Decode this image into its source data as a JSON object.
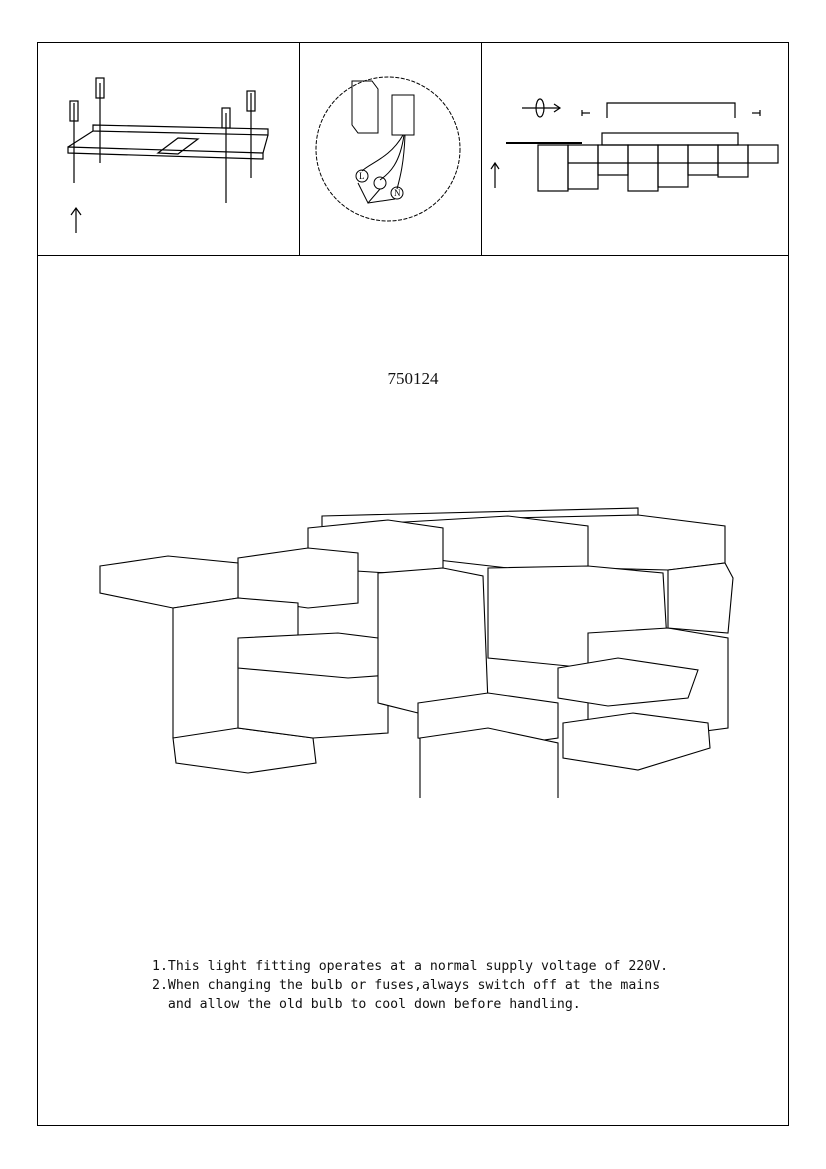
{
  "model_number": "750124",
  "wiring_labels": {
    "live": "L",
    "neutral": "N"
  },
  "notes": [
    "1.This light fitting operates at a normal supply voltage of 220V.",
    "2.When changing the bulb or fuses,always switch off at the mains",
    "  and allow the old bulb to cool down before handling."
  ]
}
